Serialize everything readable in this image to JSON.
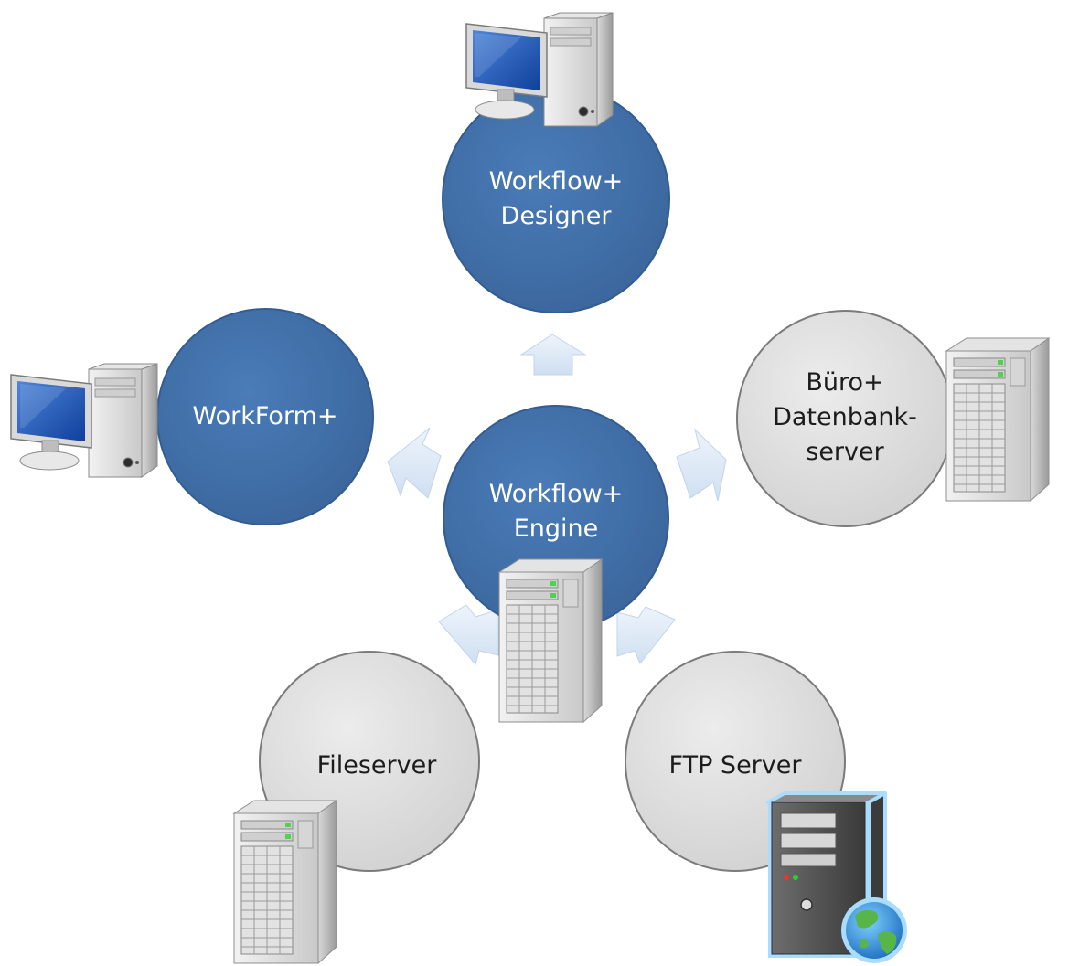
{
  "nodes": {
    "designer": {
      "line1": "Workflow+",
      "line2": "Designer"
    },
    "workform": {
      "line1": "WorkForm+"
    },
    "engine": {
      "line1": "Workflow+",
      "line2": "Engine"
    },
    "datenbank": {
      "line1": "Büro+",
      "line2": "Datenbank-",
      "line3": "server"
    },
    "fileserver": {
      "line1": "Fileserver"
    },
    "ftp": {
      "line1": "FTP Server"
    }
  },
  "colors": {
    "blue_circle": "#3f6fa8",
    "gray_circle": "#dedede",
    "arrow": "#dce8f6"
  },
  "icons": {
    "designer": "workstation-icon",
    "workform": "workstation-icon",
    "engine": "server-tower-icon",
    "datenbank": "server-tower-icon",
    "fileserver": "server-tower-icon",
    "ftp": "web-server-globe-icon"
  }
}
